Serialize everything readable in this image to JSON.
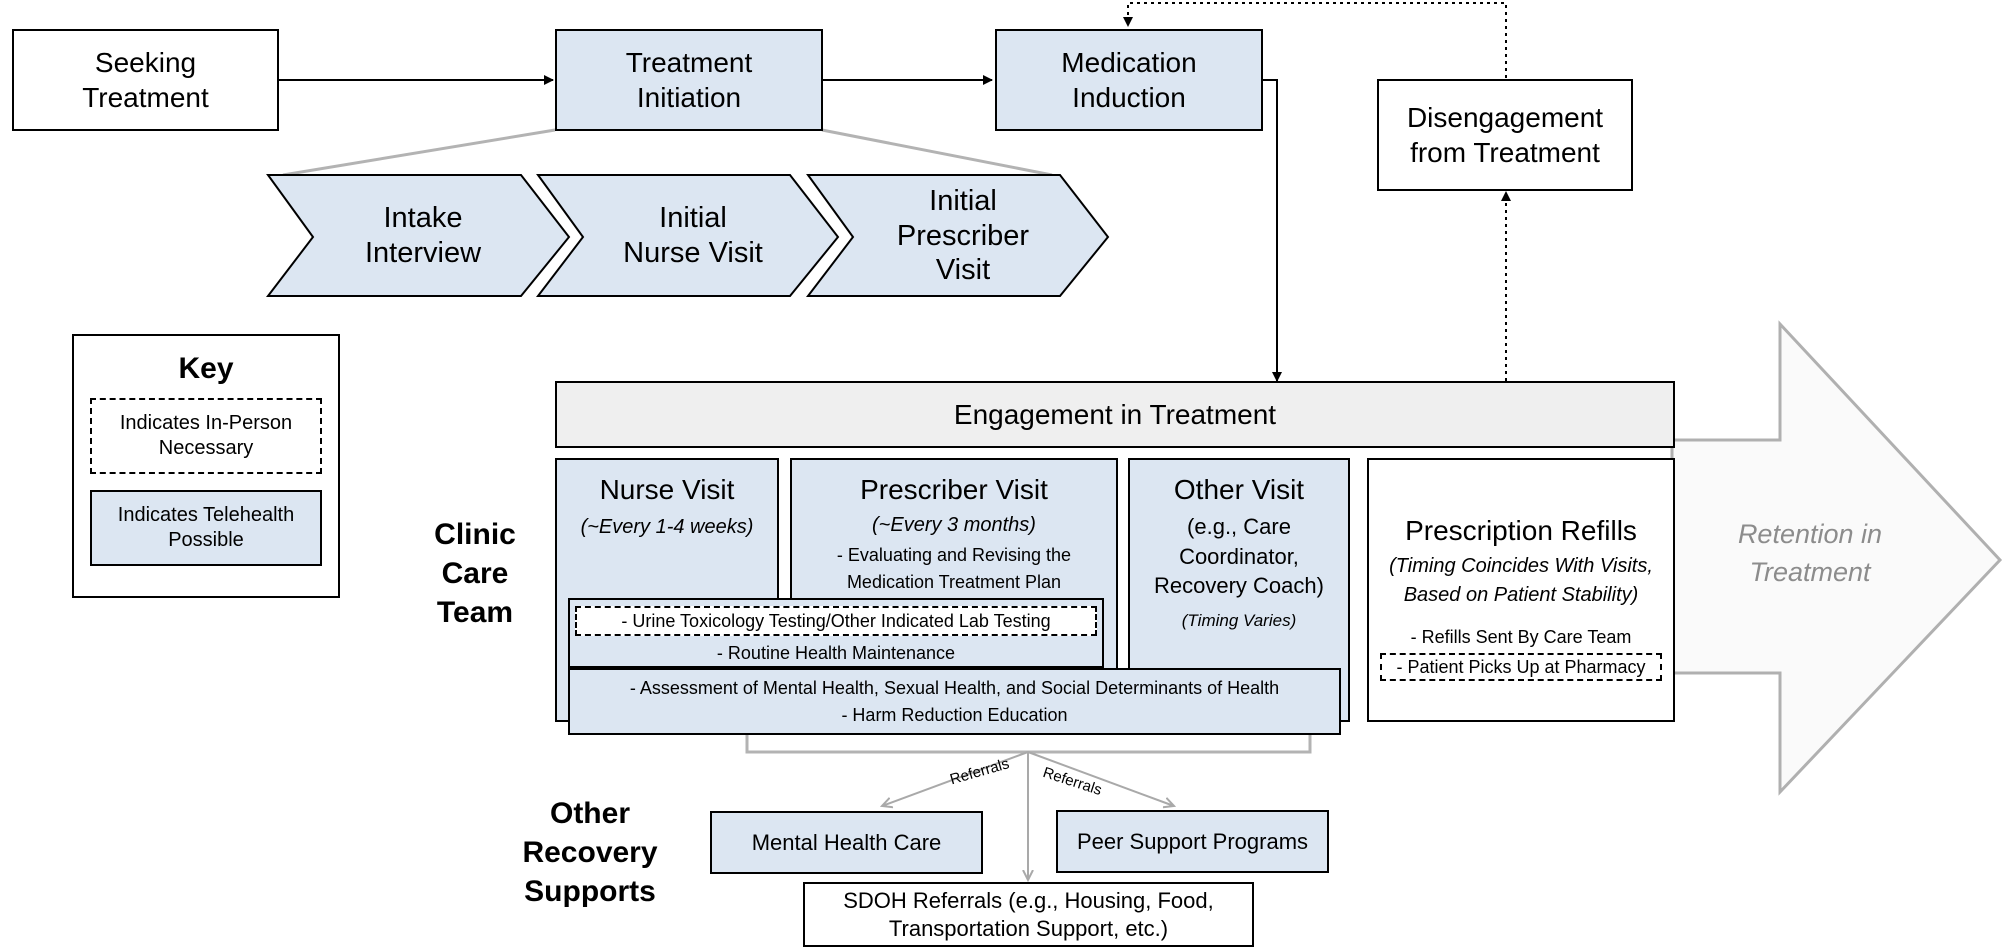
{
  "flow": {
    "seeking": [
      "Seeking",
      "Treatment"
    ],
    "initiation": [
      "Treatment",
      "Initiation"
    ],
    "induction": [
      "Medication",
      "Induction"
    ],
    "disengagement": [
      "Disengagement",
      "from Treatment"
    ]
  },
  "steps": {
    "intake": [
      "Intake",
      "Interview"
    ],
    "nurse": [
      "Initial",
      "Nurse Visit"
    ],
    "prescriber": [
      "Initial",
      "Prescriber",
      "Visit"
    ]
  },
  "key": {
    "title": "Key",
    "in_person": [
      "Indicates In-Person",
      "Necessary"
    ],
    "telehealth": [
      "Indicates Telehealth",
      "Possible"
    ]
  },
  "engagement": {
    "title": "Engagement in Treatment",
    "nurse_visit": {
      "title": "Nurse Visit",
      "timing": "(~Every 1-4 weeks)"
    },
    "prescriber_visit": {
      "title": "Prescriber Visit",
      "timing": "(~Every 3 months)",
      "tasks": [
        "- Evaluating and Revising the",
        "Medication Treatment Plan"
      ]
    },
    "other_visit": {
      "title": "Other Visit",
      "examples": [
        "(e.g., Care",
        "Coordinator,",
        "Recovery Coach)"
      ],
      "timing": "(Timing Varies)"
    },
    "shared_lab": "- Urine Toxicology Testing/Other Indicated Lab Testing",
    "shared_health": "- Routine Health Maintenance",
    "shared_all": [
      "- Assessment of Mental Health, Sexual Health, and Social Determinants of Health",
      "- Harm Reduction Education"
    ],
    "refills": {
      "title": "Prescription Refills",
      "timing": [
        "(Timing Coincides With Visits,",
        "Based on Patient Stability)"
      ],
      "sent": "- Refills Sent By Care Team",
      "pickup": "- Patient Picks Up at Pharmacy"
    }
  },
  "retention": [
    "Retention in",
    "Treatment"
  ],
  "labels": {
    "clinic_team": [
      "Clinic",
      "Care",
      "Team"
    ],
    "other_supports": [
      "Other",
      "Recovery",
      "Supports"
    ],
    "referrals_left": "Referrals",
    "referrals_right": "Referrals"
  },
  "supports": {
    "mental_health": "Mental Health Care",
    "peer_support": "Peer Support Programs",
    "sdoh": [
      "SDOH Referrals (e.g., Housing, Food,",
      "Transportation Support, etc.)"
    ]
  },
  "colors": {
    "box_blue": "#dce6f2",
    "engagement_grey": "#efefef",
    "connector_grey": "#b3b3b3",
    "retention_text": "#8c8c8c"
  }
}
